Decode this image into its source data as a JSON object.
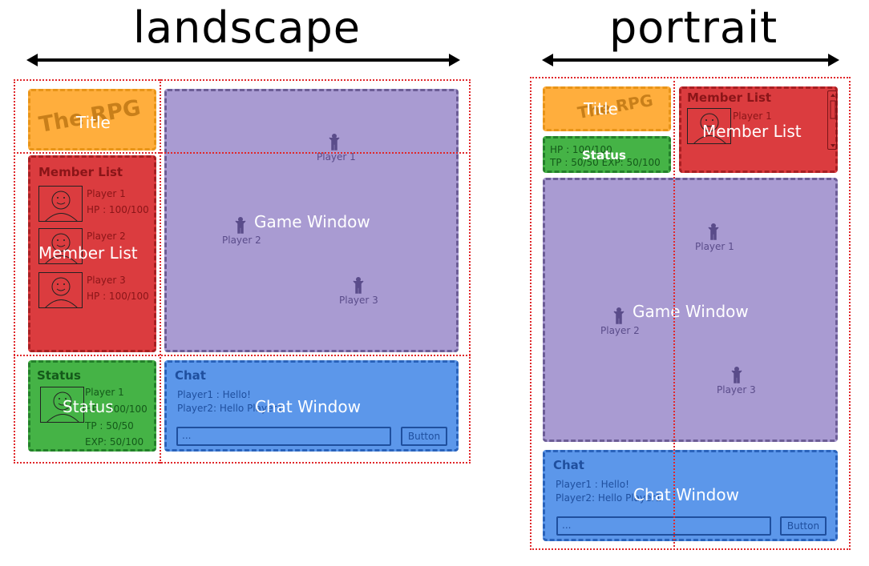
{
  "headings": {
    "landscape": "landscape",
    "portrait": "portrait"
  },
  "labels": {
    "title": "Title",
    "member_list": "Member List",
    "game_window": "Game Window",
    "status": "Status",
    "chat_window": "Chat Window"
  },
  "panel_titles": {
    "member_list": "Member List",
    "status": "Status",
    "chat": "Chat"
  },
  "watermark": "The RPG",
  "players": [
    "Player 1",
    "Player 2",
    "Player 3"
  ],
  "hp": "HP : 100/100",
  "status_values": {
    "player": "Player 1",
    "hp": "HP : 100/100",
    "tp": "TP : 50/50",
    "exp": "EXP: 50/100"
  },
  "portrait_status": {
    "hp": "HP : 100/100",
    "tp_exp": "TP : 50/50  EXP: 50/100"
  },
  "chat_lines": [
    "Player1 : Hello!",
    "Player2: Hello Player1"
  ],
  "input_placeholder": "...",
  "button_label": "Button",
  "colors": {
    "title": "#ffae3d",
    "member_list": "#db3c3f",
    "game_window": "#a99bd2",
    "status": "#45b346",
    "chat": "#5c97ea",
    "grid_lines": "#e0282b"
  }
}
